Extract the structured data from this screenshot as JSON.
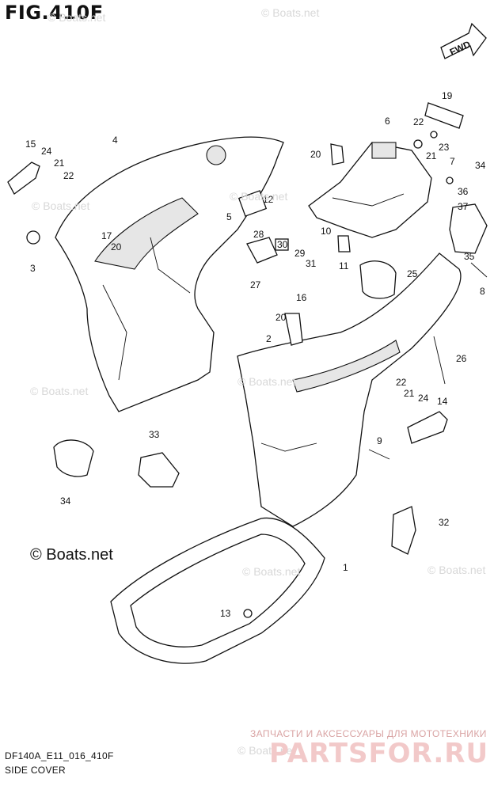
{
  "figure": {
    "title": "FIG.410F",
    "model_code": "DF140A_E11_016_410F",
    "section_name": "SIDE COVER",
    "direction_label": "FWD"
  },
  "copyright": "© Boats.net",
  "watermarks": [
    "© Boats.net",
    "© Boats.net",
    "© Boats.net",
    "© Boats.net",
    "© Boats.net",
    "© Boats.net",
    "© Boats.net",
    "© Boats.net",
    "© Boats.net"
  ],
  "logo": {
    "tagline": "ЗАПЧАСТИ И АКСЕССУАРЫ ДЛЯ МОТОТЕХНИКИ",
    "name": "PARTSFOR.RU"
  },
  "callouts": [
    "1",
    "2",
    "3",
    "4",
    "5",
    "6",
    "7",
    "8",
    "9",
    "10",
    "11",
    "12",
    "13",
    "14",
    "15",
    "16",
    "17",
    "19",
    "20",
    "20",
    "20",
    "21",
    "21",
    "21",
    "22",
    "22",
    "22",
    "23",
    "24",
    "24",
    "25",
    "26",
    "27",
    "28",
    "29",
    "30",
    "31",
    "32",
    "33",
    "34",
    "34",
    "35",
    "36",
    "37"
  ],
  "colors": {
    "ink": "#111111",
    "watermark": "#d8d8d8",
    "logo": "#e8b5b5"
  }
}
